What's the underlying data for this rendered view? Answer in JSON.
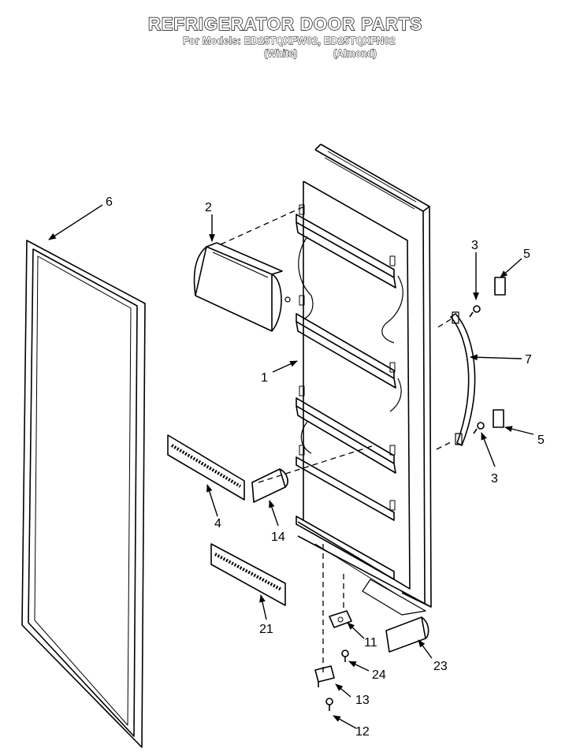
{
  "header": {
    "title": "REFRIGERATOR DOOR PARTS",
    "models_line": "For Models: ED25TQXFW02, ED25TQXFN02",
    "variant_white": "(White)",
    "variant_almond": "(Almond)"
  },
  "callouts": {
    "c1": "1",
    "c2": "2",
    "c3a": "3",
    "c3b": "3",
    "c4": "4",
    "c5a": "5",
    "c5b": "5",
    "c6": "6",
    "c7": "7",
    "c11": "11",
    "c12": "12",
    "c13": "13",
    "c14": "14",
    "c21": "21",
    "c23": "23",
    "c24": "24"
  }
}
